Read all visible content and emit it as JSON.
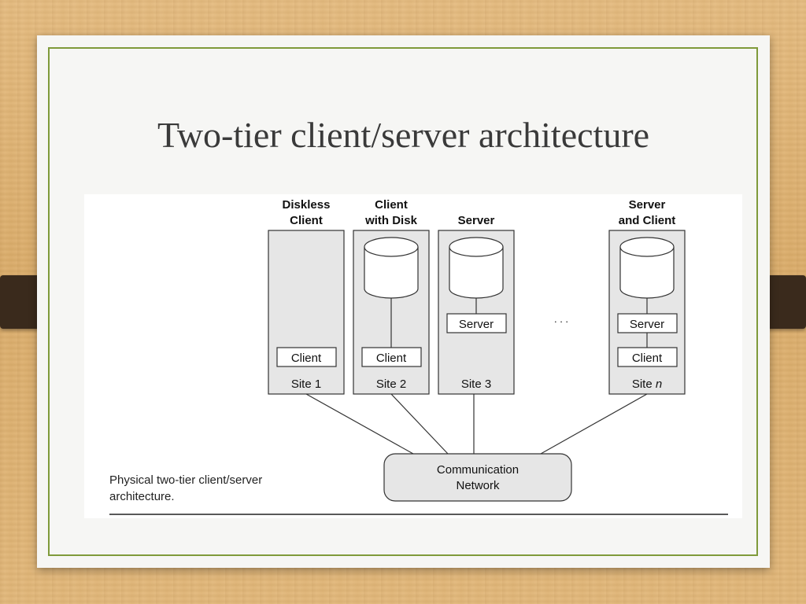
{
  "slide": {
    "title": "Two-tier client/server architecture"
  },
  "diagram": {
    "caption": "Physical two-tier client/server architecture.",
    "columns": [
      {
        "header": [
          "Diskless",
          "Client"
        ],
        "site": "Site 1",
        "server_label": "",
        "client_label": "Client",
        "has_disk": false
      },
      {
        "header": [
          "Client",
          "with Disk"
        ],
        "site": "Site 2",
        "server_label": "",
        "client_label": "Client",
        "has_disk": true
      },
      {
        "header": [
          "",
          "Server"
        ],
        "site": "Site 3",
        "server_label": "Server",
        "client_label": "",
        "has_disk": true
      },
      {
        "header": [
          "Server",
          "and Client"
        ],
        "site": "Site ",
        "site_italic": "n",
        "server_label": "Server",
        "client_label": "Client",
        "has_disk": true
      }
    ],
    "ellipsis": ". . .",
    "network_label": [
      "Communication",
      "Network"
    ]
  },
  "colors": {
    "frame_border": "#7f9a3a",
    "box_fill": "#e6e6e6",
    "line": "#333333"
  }
}
